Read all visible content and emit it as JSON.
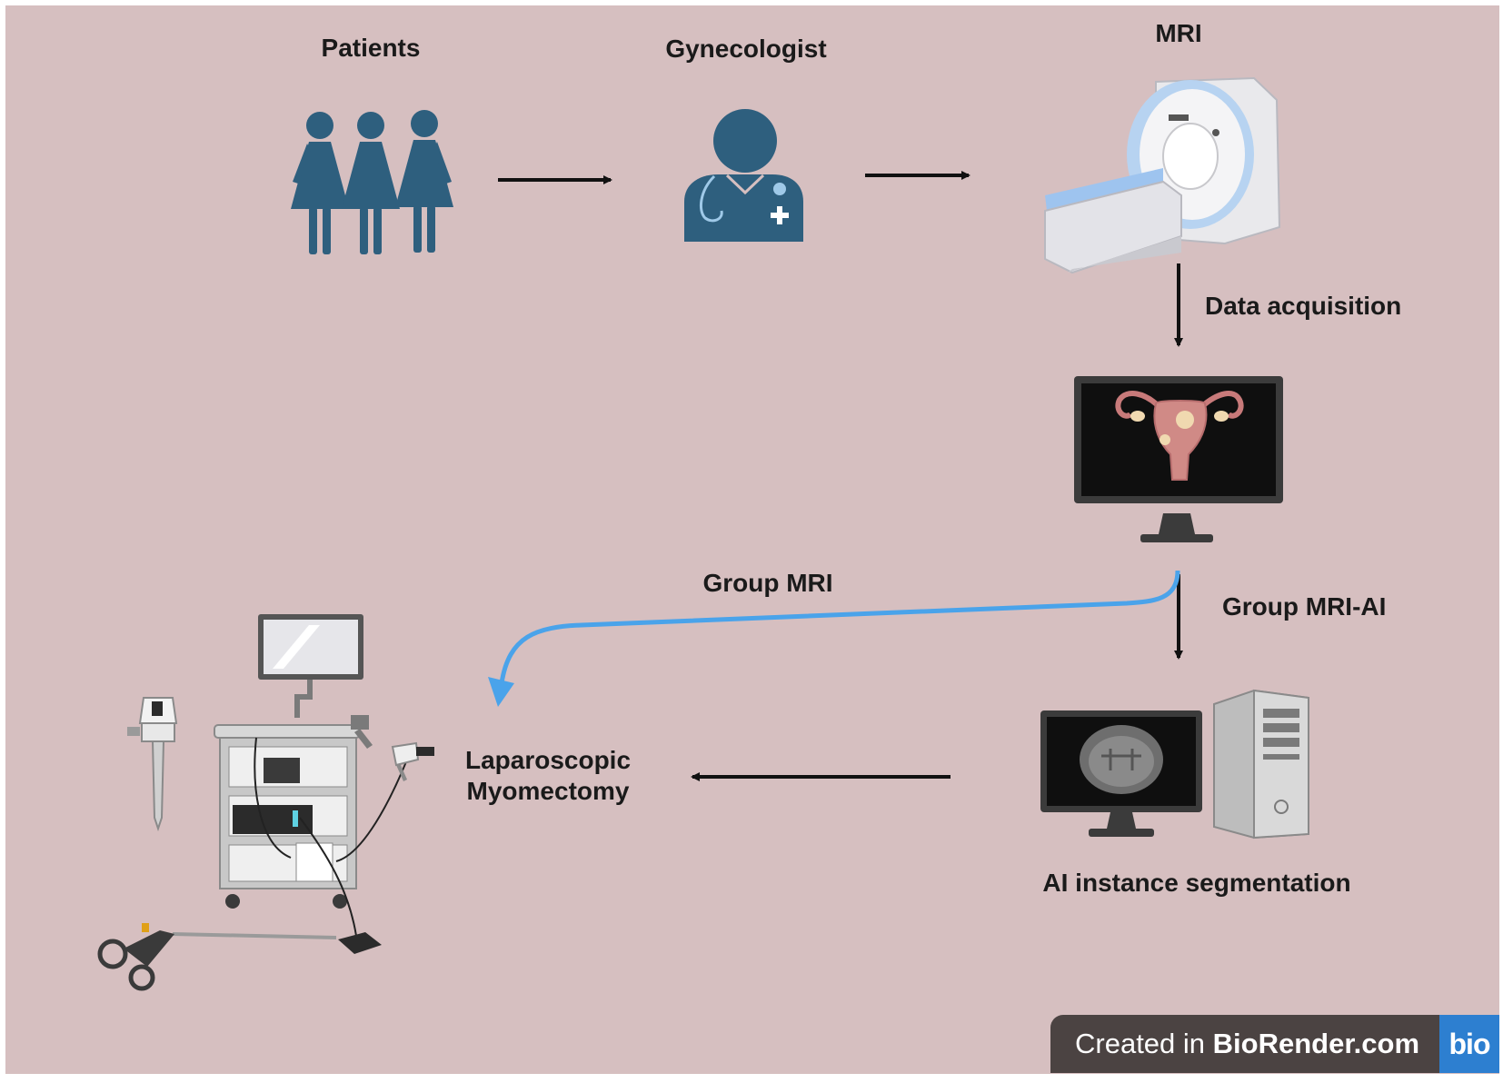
{
  "nodes": {
    "patients": "Patients",
    "gynecologist": "Gynecologist",
    "mri": "MRI",
    "laparoscopic": [
      "Laparoscopic",
      "Myomectomy"
    ],
    "ai_segmentation": "AI instance segmentation"
  },
  "edges": {
    "data_acquisition": "Data acquisition",
    "group_mri": "Group MRI",
    "group_mri_ai": "Group MRI-AI"
  },
  "badge": {
    "prefix": "Created in ",
    "brand": "BioRender.com",
    "logo": "bio"
  },
  "colors": {
    "background": "#d6bfc0",
    "icon_blue": "#2e5f7e",
    "group_mri_arrow": "#4aa3ea",
    "arrow": "#111111"
  },
  "icons": [
    "three-women-icon",
    "doctor-icon",
    "mri-scanner-icon",
    "monitor-uterus-icon",
    "monitor-brain-icon",
    "pc-tower-icon",
    "laparoscopy-tower-icon",
    "trocar-icon",
    "grasper-icon",
    "foot-pedal-icon"
  ]
}
